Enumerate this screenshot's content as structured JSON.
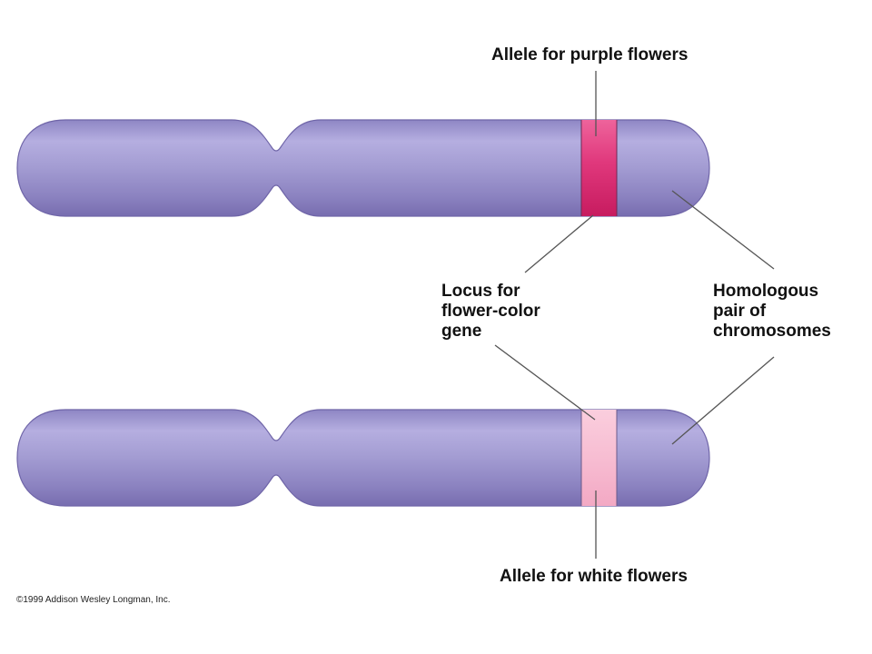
{
  "labels": {
    "allele_purple": "Allele for purple flowers",
    "locus": "Locus for\nflower-color\ngene",
    "homologous": "Homologous\npair of\nchromosomes",
    "allele_white": "Allele for white flowers"
  },
  "copyright": "©1999 Addison Wesley Longman, Inc.",
  "colors": {
    "chromosome_body": "#a79fd2",
    "chromosome_edge": "#7e73b5",
    "purple_allele_band": "#d8286d",
    "white_allele_band": "#f6b4cd",
    "leader_lines": "#555555"
  }
}
